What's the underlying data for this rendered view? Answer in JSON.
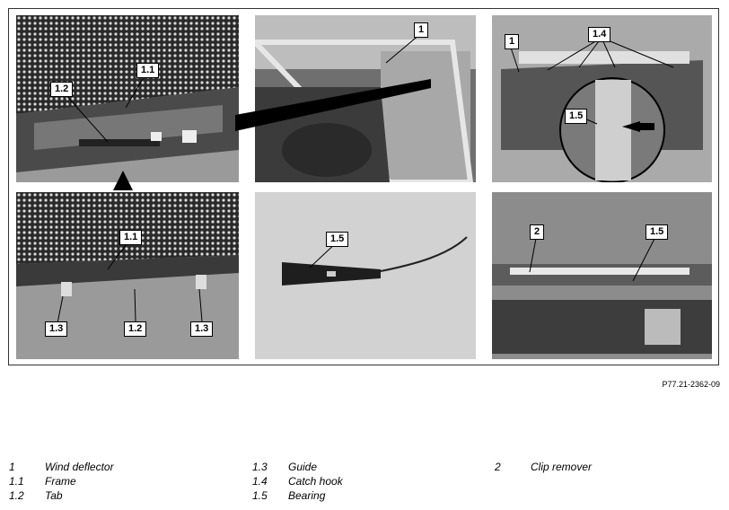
{
  "figure": {
    "doc_id": "P77.21-2362-09",
    "callouts": {
      "a": [
        "1.1",
        "1.2"
      ],
      "b": [
        "1"
      ],
      "c": [
        "1",
        "1.4",
        "1.5"
      ],
      "d": [
        "1.1",
        "1.3",
        "1.2",
        "1.3"
      ],
      "e": [
        "1.5"
      ],
      "f": [
        "2",
        "1.5"
      ]
    }
  },
  "legend": {
    "columns": [
      [
        {
          "num": "1",
          "label": "Wind deflector"
        },
        {
          "num": "1.1",
          "label": "Frame"
        },
        {
          "num": "1.2",
          "label": "Tab"
        }
      ],
      [
        {
          "num": "1.3",
          "label": "Guide"
        },
        {
          "num": "1.4",
          "label": "Catch hook"
        },
        {
          "num": "1.5",
          "label": "Bearing"
        }
      ],
      [
        {
          "num": "2",
          "label": "Clip remover"
        }
      ]
    ]
  }
}
